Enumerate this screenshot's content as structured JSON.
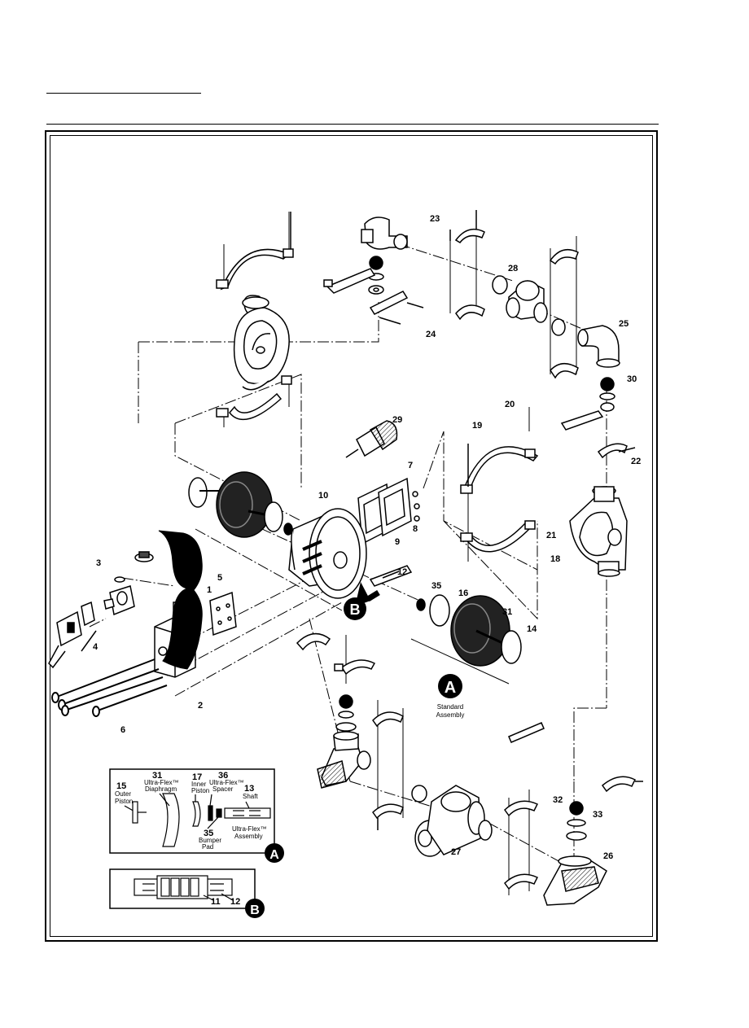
{
  "callouts": {
    "c1": "1",
    "c2": "2",
    "c3": "3",
    "c4": "4",
    "c5": "5",
    "c6": "6",
    "c7": "7",
    "c8": "8",
    "c9": "9",
    "c10": "10",
    "c12": "12",
    "c14": "14",
    "c16": "16",
    "c18": "18",
    "c19": "19",
    "c20": "20",
    "c21": "21",
    "c22": "22",
    "c23": "23",
    "c24": "24",
    "c25": "25",
    "c26": "26",
    "c27": "27",
    "c28": "28",
    "c29": "29",
    "c30": "30",
    "c31": "31",
    "c32": "32",
    "c33": "33",
    "c35": "35"
  },
  "badges": {
    "a": "A",
    "b": "B"
  },
  "standard_assembly": {
    "line1": "Standard",
    "line2": "Assembly"
  },
  "inset_a": {
    "p15_num": "15",
    "p15_l1": "Outer",
    "p15_l2": "Piston",
    "p31_num": "31",
    "p31_l1": "Ultra-Flex™",
    "p31_l2": "Diaphragm",
    "p17_num": "17",
    "p17_l1": "Inner",
    "p17_l2": "Piston",
    "p36_num": "36",
    "p36_l1": "Ultra-Flex™",
    "p36_l2": "Spacer",
    "p13_num": "13",
    "p13_l1": "Shaft",
    "p35_num": "35",
    "p35_l1": "Bumper",
    "p35_l2": "Pad",
    "assy_l1": "Ultra-Flex™",
    "assy_l2": "Assembly"
  },
  "inset_b": {
    "p11": "11",
    "p12": "12"
  }
}
